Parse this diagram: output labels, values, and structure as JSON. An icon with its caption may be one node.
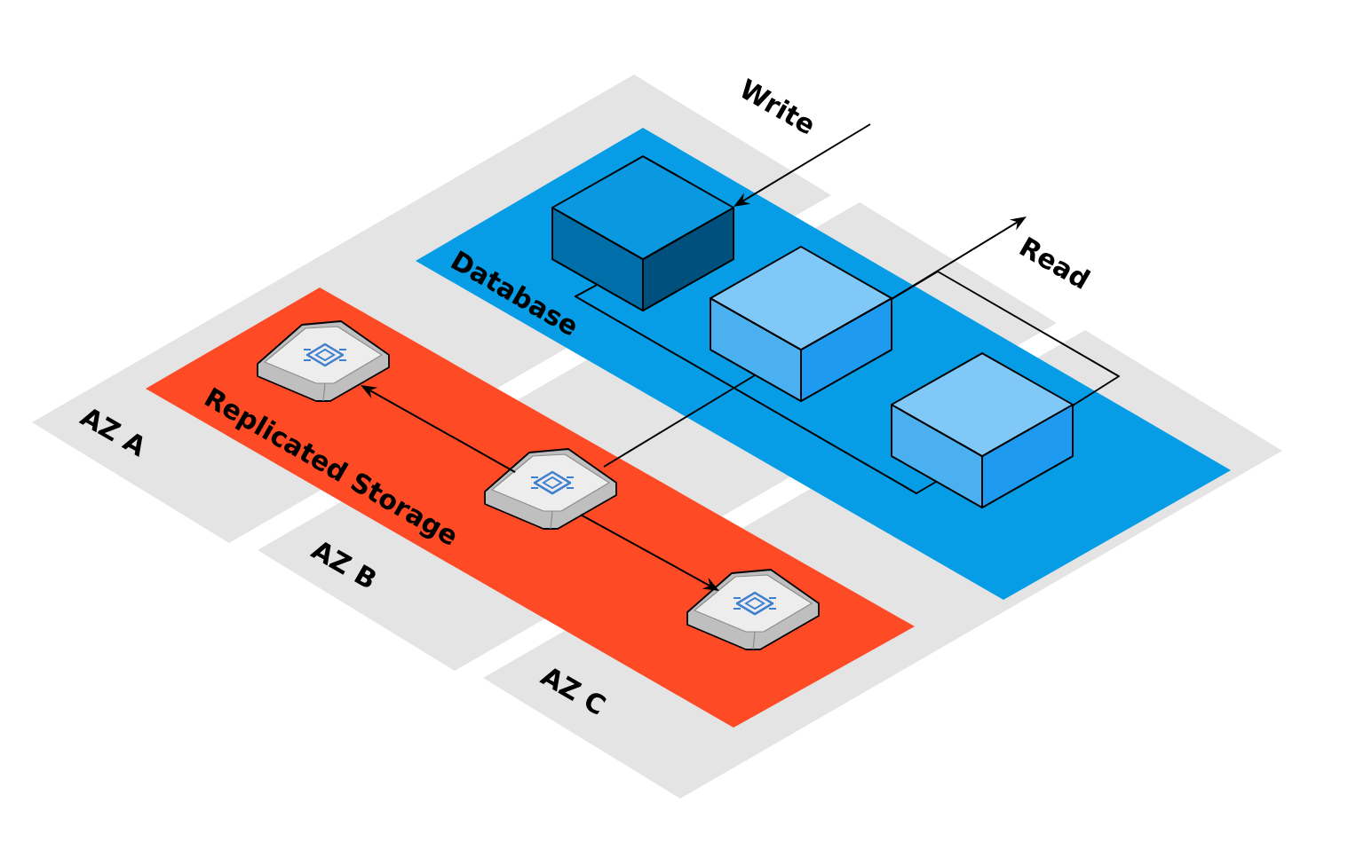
{
  "diagram": {
    "nodes": [
      {
        "text": [
          "AZ A"
        ]
      },
      {
        "text": [
          "AZ B"
        ]
      },
      {
        "text": [
          "AZ C"
        ]
      },
      {
        "text": [
          "Database"
        ]
      },
      {
        "text": [
          "Replicated Storage"
        ]
      },
      {
        "text": [],
        "shape": "box"
      },
      {
        "text": [],
        "shape": "box"
      },
      {
        "text": [],
        "shape": "box"
      },
      {
        "text": [],
        "shape": "picture"
      },
      {
        "text": [],
        "shape": "picture"
      },
      {
        "text": [],
        "shape": "picture"
      }
    ],
    "edges": [
      {
        "from": null,
        "to": 5,
        "arrow": "to",
        "label": "Write"
      },
      {
        "from": 6,
        "to": null,
        "arrow": "to",
        "label": "Read"
      },
      {
        "from": 5,
        "to": 7,
        "arrow": "none"
      },
      {
        "from": 6,
        "to": 7,
        "arrow": "none"
      },
      {
        "from": 6,
        "to": 9,
        "arrow": "none"
      },
      {
        "from": 9,
        "to": 8,
        "arrow": "to"
      },
      {
        "from": 9,
        "to": 10,
        "arrow": "to"
      }
    ]
  }
}
